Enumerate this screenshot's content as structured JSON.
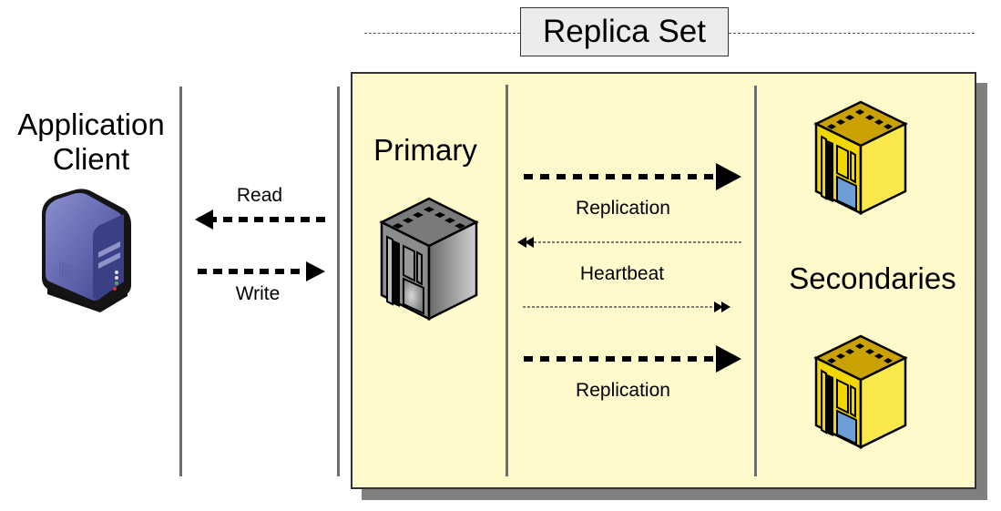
{
  "diagram": {
    "title": "Replica Set",
    "client": {
      "label_line1": "Application",
      "label_line2": "Client",
      "icon": "desktop-computer-icon"
    },
    "primary": {
      "label": "Primary",
      "icon": "server-gray-icon"
    },
    "secondaries": {
      "label": "Secondaries",
      "icon": "server-yellow-icon",
      "count": 2
    },
    "client_arrows": [
      {
        "label": "Read",
        "direction": "to-client",
        "style": "bold-dashed"
      },
      {
        "label": "Write",
        "direction": "to-primary",
        "style": "bold-dashed"
      }
    ],
    "replica_arrows": [
      {
        "label": "Replication",
        "direction": "to-secondaries",
        "style": "bold-dashed"
      },
      {
        "label": "Heartbeat",
        "direction": "both",
        "style": "thin-dotted"
      },
      {
        "label": "Replication",
        "direction": "to-secondaries",
        "style": "bold-dashed"
      }
    ],
    "colors": {
      "panel_fill": "#fff9cc",
      "panel_shadow": "#7f7f7f",
      "title_box_fill": "#ececec",
      "divider": "#6e6e6e",
      "client_icon": "#4a4f9a",
      "primary_icon": "#8c8c8c",
      "secondary_icon": "#f2d600",
      "secondary_window": "#6e9fd4"
    }
  }
}
